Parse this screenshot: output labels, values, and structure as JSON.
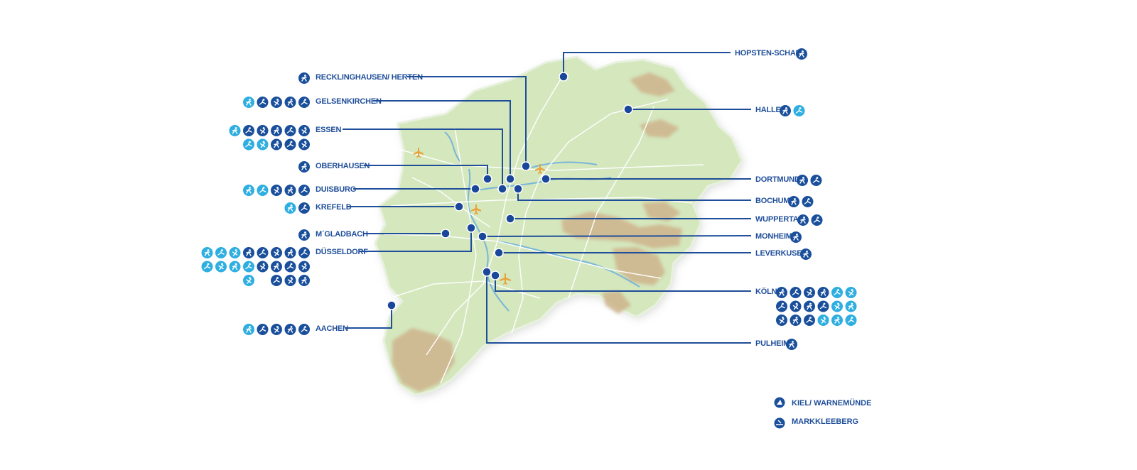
{
  "colors": {
    "accent": "#1f4e9a",
    "dark_icon": "#1a4f9c",
    "light_icon": "#2eaee1",
    "land": "#d3e6bd",
    "hills": "#cdb58d",
    "airport": "#e9a33b"
  },
  "locations": [
    {
      "id": "hopsten-schale",
      "label": "HOPSTEN-SCHALE",
      "icons": [
        [
          "d"
        ]
      ]
    },
    {
      "id": "recklinghausen-herten",
      "label": "RECKLINGHAUSEN/ HERTEN",
      "icons": [
        [
          "d"
        ]
      ]
    },
    {
      "id": "gelsenkirchen",
      "label": "GELSENKIRCHEN",
      "icons": [
        [
          "l",
          "d",
          "d",
          "d",
          "d"
        ]
      ]
    },
    {
      "id": "halle",
      "label": "HALLE",
      "icons": [
        [
          "d",
          "l"
        ]
      ]
    },
    {
      "id": "essen",
      "label": "ESSEN",
      "icons": [
        [
          "l",
          "d",
          "d",
          "d",
          "d",
          "d"
        ],
        [
          "l",
          "l",
          "d",
          "d",
          "d"
        ]
      ]
    },
    {
      "id": "oberhausen",
      "label": "OBERHAUSEN",
      "icons": [
        [
          "d"
        ]
      ]
    },
    {
      "id": "dortmund",
      "label": "DORTMUND",
      "icons": [
        [
          "d",
          "d"
        ]
      ]
    },
    {
      "id": "duisburg",
      "label": "DUISBURG",
      "icons": [
        [
          "l",
          "l",
          "d",
          "d",
          "d"
        ]
      ]
    },
    {
      "id": "bochum",
      "label": "BOCHUM",
      "icons": [
        [
          "d",
          "d"
        ]
      ]
    },
    {
      "id": "krefeld",
      "label": "KREFELD",
      "icons": [
        [
          "l",
          "d"
        ]
      ]
    },
    {
      "id": "wuppertal",
      "label": "WUPPERTAL",
      "icons": [
        [
          "d",
          "d"
        ]
      ]
    },
    {
      "id": "monchengladbach",
      "label": "M´GLADBACH",
      "icons": [
        [
          "d"
        ]
      ]
    },
    {
      "id": "monheim",
      "label": "MONHEIM",
      "icons": [
        [
          "d"
        ]
      ]
    },
    {
      "id": "dusseldorf",
      "label": "DÜSSELDORF",
      "icons": [
        [
          "l",
          "l",
          "l",
          "d",
          "d",
          "d",
          "d",
          "d"
        ],
        [
          "l",
          "l",
          "l",
          "l",
          "d",
          "d",
          "d",
          "d"
        ],
        [
          "l",
          "_",
          "d",
          "d",
          "d"
        ]
      ]
    },
    {
      "id": "leverkusen",
      "label": "LEVERKUSEN",
      "icons": [
        [
          "d"
        ]
      ]
    },
    {
      "id": "koln",
      "label": "KÖLN",
      "icons": [
        [
          "d",
          "d",
          "d",
          "d",
          "l",
          "l"
        ],
        [
          "d",
          "d",
          "d",
          "d",
          "l",
          "l"
        ],
        [
          "d",
          "d",
          "d",
          "l",
          "l",
          "l"
        ]
      ]
    },
    {
      "id": "aachen",
      "label": "AACHEN",
      "icons": [
        [
          "l",
          "d",
          "d",
          "d",
          "d"
        ]
      ]
    },
    {
      "id": "pulheim",
      "label": "PULHEIM",
      "icons": [
        [
          "d"
        ]
      ]
    }
  ],
  "legend": [
    {
      "label": "KIEL/ WARNEMÜNDE",
      "icon": "sailing-icon"
    },
    {
      "label": "MARKKLEEBERG",
      "icon": "canoe-slalom-icon"
    }
  ]
}
